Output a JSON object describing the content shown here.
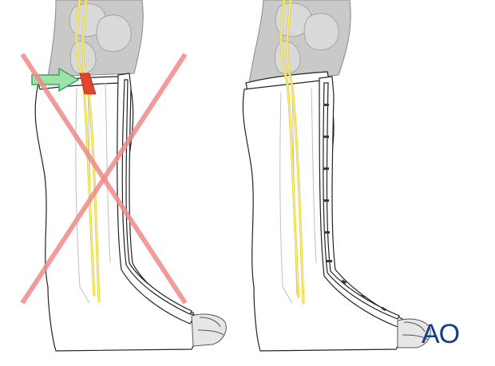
{
  "figure": {
    "panels": [
      {
        "id": "incorrect",
        "marked_wrong": true,
        "shows_pressure_point": true,
        "shows_arrow": true
      },
      {
        "id": "correct",
        "marked_wrong": false,
        "shows_pressure_point": false,
        "shows_arrow": false
      }
    ],
    "logo": {
      "text": "AO",
      "color": "#123c8c"
    },
    "colors": {
      "cross": "#f08a8a",
      "arrow": "#9be3a8",
      "pressure": "#e0452f",
      "nerve": "#e6d23a"
    }
  }
}
